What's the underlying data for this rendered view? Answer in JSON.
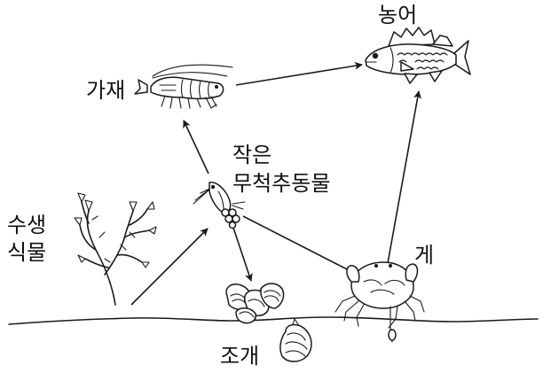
{
  "labels": {
    "bass": "농어",
    "crayfish": "가재",
    "zooplankton_line1": "작은",
    "zooplankton_line2": "무척추동물",
    "aquatic_plant_line1": "수생",
    "aquatic_plant_line2": "식물",
    "crab": "게",
    "clam": "조개"
  },
  "food_chain_links": [
    {
      "from": "수생식물",
      "to": "작은 무척추동물"
    },
    {
      "from": "작은 무척추동물",
      "to": "가재"
    },
    {
      "from": "작은 무척추동물",
      "to": "조개"
    },
    {
      "from": "작은 무척추동물",
      "to": "게"
    },
    {
      "from": "가재",
      "to": "농어"
    },
    {
      "from": "게",
      "to": "농어"
    }
  ]
}
